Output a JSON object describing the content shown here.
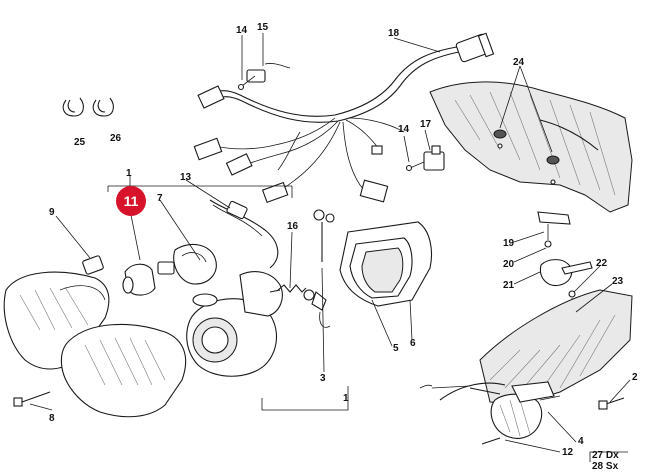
{
  "diagram": {
    "callouts": {
      "c1a": "1",
      "c1b": "1",
      "c2": "2",
      "c3": "3",
      "c4": "4",
      "c5": "5",
      "c6": "6",
      "c7": "7",
      "c8": "8",
      "c9": "9",
      "c12": "12",
      "c13": "13",
      "c14a": "14",
      "c14b": "14",
      "c15": "15",
      "c16": "16",
      "c17": "17",
      "c18": "18",
      "c19": "19",
      "c20": "20",
      "c21": "21",
      "c22": "22",
      "c23": "23",
      "c24": "24",
      "c25": "25",
      "c26": "26",
      "c27": "27 Dx",
      "c28": "28 Sx"
    },
    "highlight": {
      "label": "11",
      "color": "#d6132a",
      "text_color": "#ffffff"
    }
  }
}
